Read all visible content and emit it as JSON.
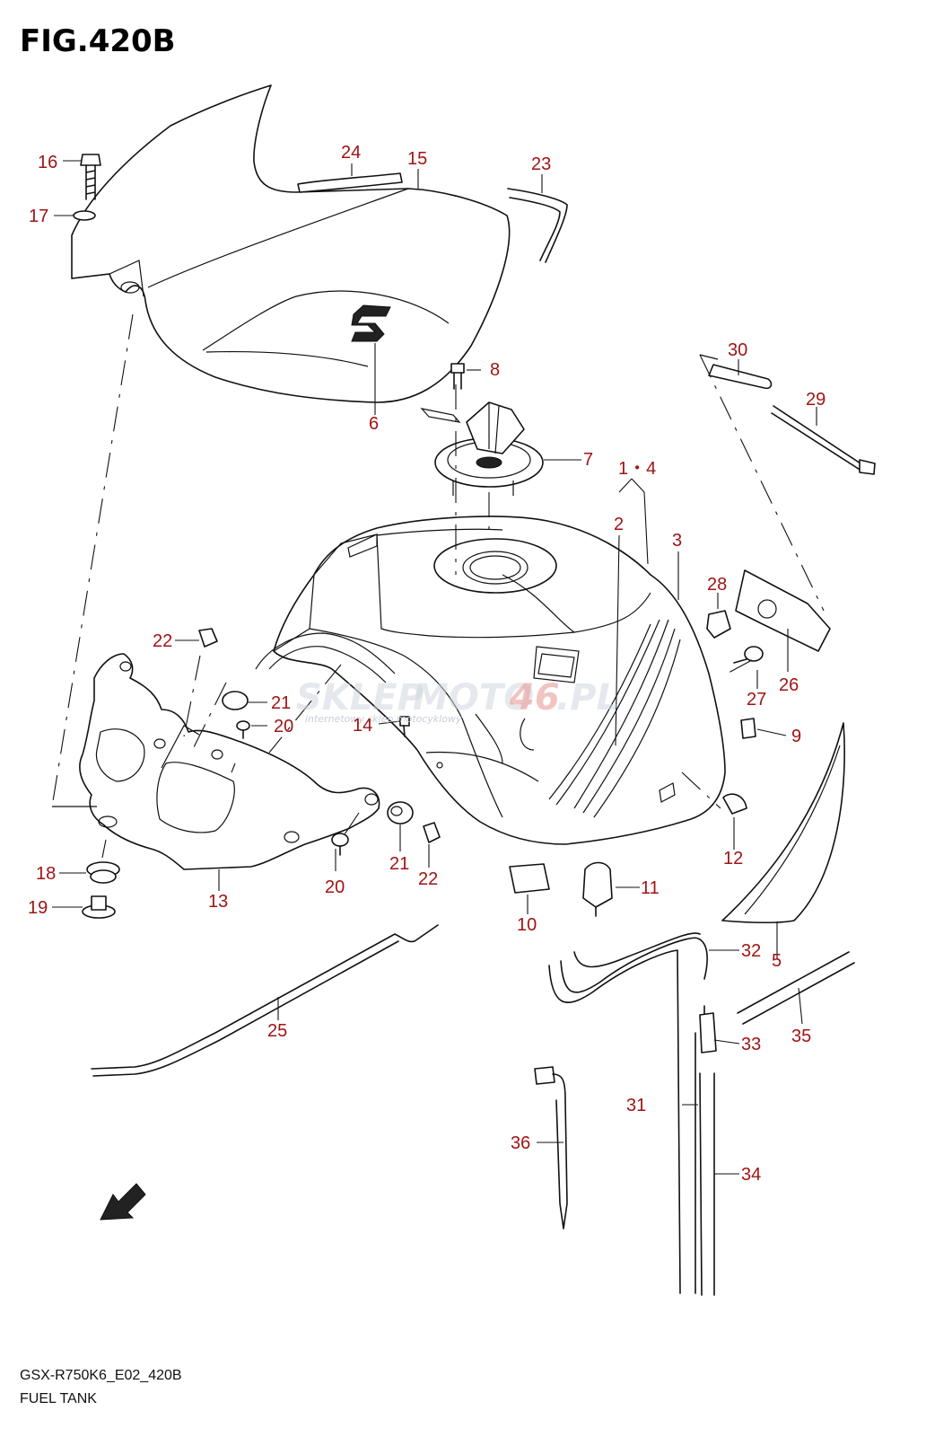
{
  "figure": {
    "title": "FIG.420B",
    "model_code": "GSX-R750K6_E02_420B",
    "caption": "FUEL TANK"
  },
  "watermark": {
    "brand_a": "SKLEP",
    "brand_b": "MOTO",
    "brand_c": "46",
    "brand_d": ".PL",
    "subtitle": "internetowy sklep motocyklowy"
  },
  "callouts": [
    {
      "id": "c1-4",
      "label": "1・4"
    },
    {
      "id": "c2",
      "label": "2"
    },
    {
      "id": "c3",
      "label": "3"
    },
    {
      "id": "c5",
      "label": "5"
    },
    {
      "id": "c6",
      "label": "6"
    },
    {
      "id": "c7",
      "label": "7"
    },
    {
      "id": "c8",
      "label": "8"
    },
    {
      "id": "c9",
      "label": "9"
    },
    {
      "id": "c10",
      "label": "10"
    },
    {
      "id": "c11",
      "label": "11"
    },
    {
      "id": "c12",
      "label": "12"
    },
    {
      "id": "c13",
      "label": "13"
    },
    {
      "id": "c14",
      "label": "14"
    },
    {
      "id": "c15",
      "label": "15"
    },
    {
      "id": "c16",
      "label": "16"
    },
    {
      "id": "c17",
      "label": "17"
    },
    {
      "id": "c18",
      "label": "18"
    },
    {
      "id": "c19",
      "label": "19"
    },
    {
      "id": "c20a",
      "label": "20"
    },
    {
      "id": "c20b",
      "label": "20"
    },
    {
      "id": "c21a",
      "label": "21"
    },
    {
      "id": "c21b",
      "label": "21"
    },
    {
      "id": "c22a",
      "label": "22"
    },
    {
      "id": "c22b",
      "label": "22"
    },
    {
      "id": "c23",
      "label": "23"
    },
    {
      "id": "c24",
      "label": "24"
    },
    {
      "id": "c25",
      "label": "25"
    },
    {
      "id": "c26",
      "label": "26"
    },
    {
      "id": "c27",
      "label": "27"
    },
    {
      "id": "c28",
      "label": "28"
    },
    {
      "id": "c29",
      "label": "29"
    },
    {
      "id": "c30",
      "label": "30"
    },
    {
      "id": "c31",
      "label": "31"
    },
    {
      "id": "c32",
      "label": "32"
    },
    {
      "id": "c33",
      "label": "33"
    },
    {
      "id": "c34",
      "label": "34"
    },
    {
      "id": "c35",
      "label": "35"
    },
    {
      "id": "c36",
      "label": "36"
    }
  ],
  "colors": {
    "callout": "#a01414",
    "line": "#111111",
    "background": "#ffffff"
  }
}
